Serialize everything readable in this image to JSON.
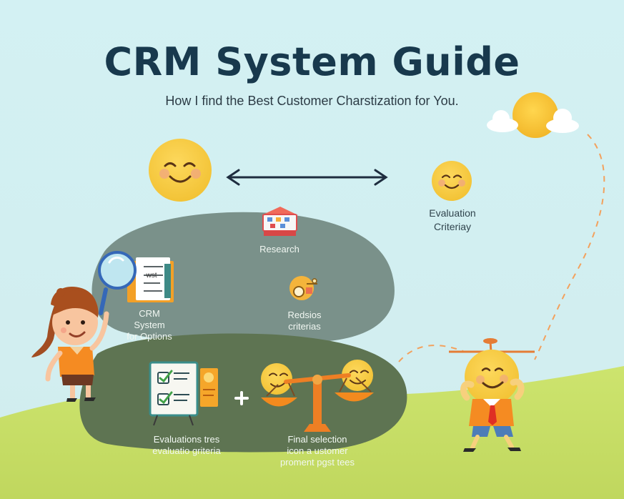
{
  "header": {
    "title": "CRM System Guide",
    "subtitle": "How I find the Best Customer Charstization for You."
  },
  "labels": {
    "research": "Research",
    "crm_options_line1": "CRM System",
    "crm_options_line2": "for Options",
    "redsios_line1": "Redsios",
    "redsios_line2": "criterias",
    "evaluation_criteria_line1": "Evaluation",
    "evaluation_criteria_line2": "Criteriay",
    "evaluation_tres_line1": "Evaluations tres",
    "evaluation_tres_line2": "evaluatio griteria",
    "final_selection_line1": "Final selection",
    "final_selection_line2": "icon a ustomer",
    "final_selection_line3": "proment pgst tees",
    "note_text": "wst",
    "plus": "+"
  },
  "colors": {
    "sky": "#d2eef0",
    "title": "#18394d",
    "ground": "#c9de68",
    "blob_upper": "#738a82",
    "blob_lower": "#5e7452",
    "sun": "#f7c53c",
    "orange": "#f38d1f",
    "arrow": "#1e2d3f"
  },
  "icons": [
    "smiley-face-icon",
    "double-arrow-icon",
    "sun-icon",
    "cloud-icon",
    "house-icon",
    "magnifying-glass-icon",
    "document-icon",
    "target-gear-icon",
    "checklist-board-icon",
    "balance-scale-icon",
    "girl-character-icon",
    "sun-character-icon"
  ]
}
